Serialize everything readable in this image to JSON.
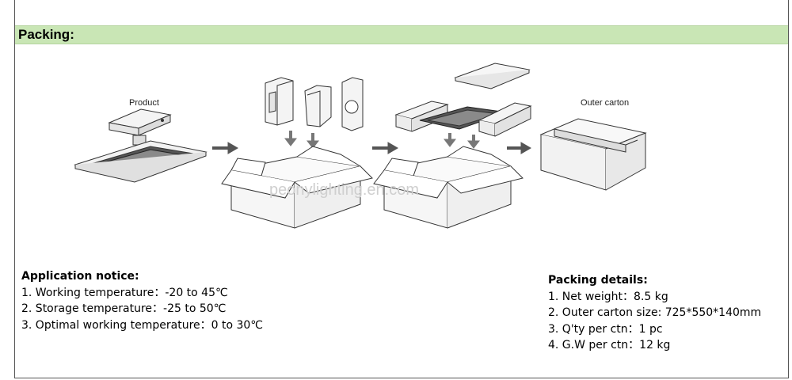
{
  "section_title": "Packing:",
  "diagram": {
    "product_label": "Product",
    "carton_label": "Outer carton",
    "watermark": "peonylighting.en.com"
  },
  "application_notice": {
    "title": "Application notice:",
    "items": [
      "1. Working temperature：-20 to 45℃",
      "2. Storage temperature：-25 to 50℃",
      "3. Optimal working temperature：0 to 30℃"
    ]
  },
  "packing_details": {
    "title": "Packing details:",
    "items": [
      "1. Net weight：8.5 kg",
      "2. Outer carton size: 725*550*140mm",
      "3. Q'ty per ctn：1 pc",
      "4. G.W per ctn：12 kg"
    ]
  }
}
